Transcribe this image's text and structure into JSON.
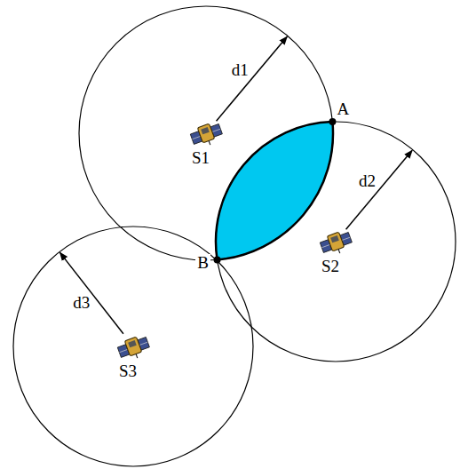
{
  "diagram": {
    "labels": [
      "d1",
      "S1",
      "A",
      "d2",
      "S2",
      "B",
      "d3",
      "S3"
    ]
  }
}
